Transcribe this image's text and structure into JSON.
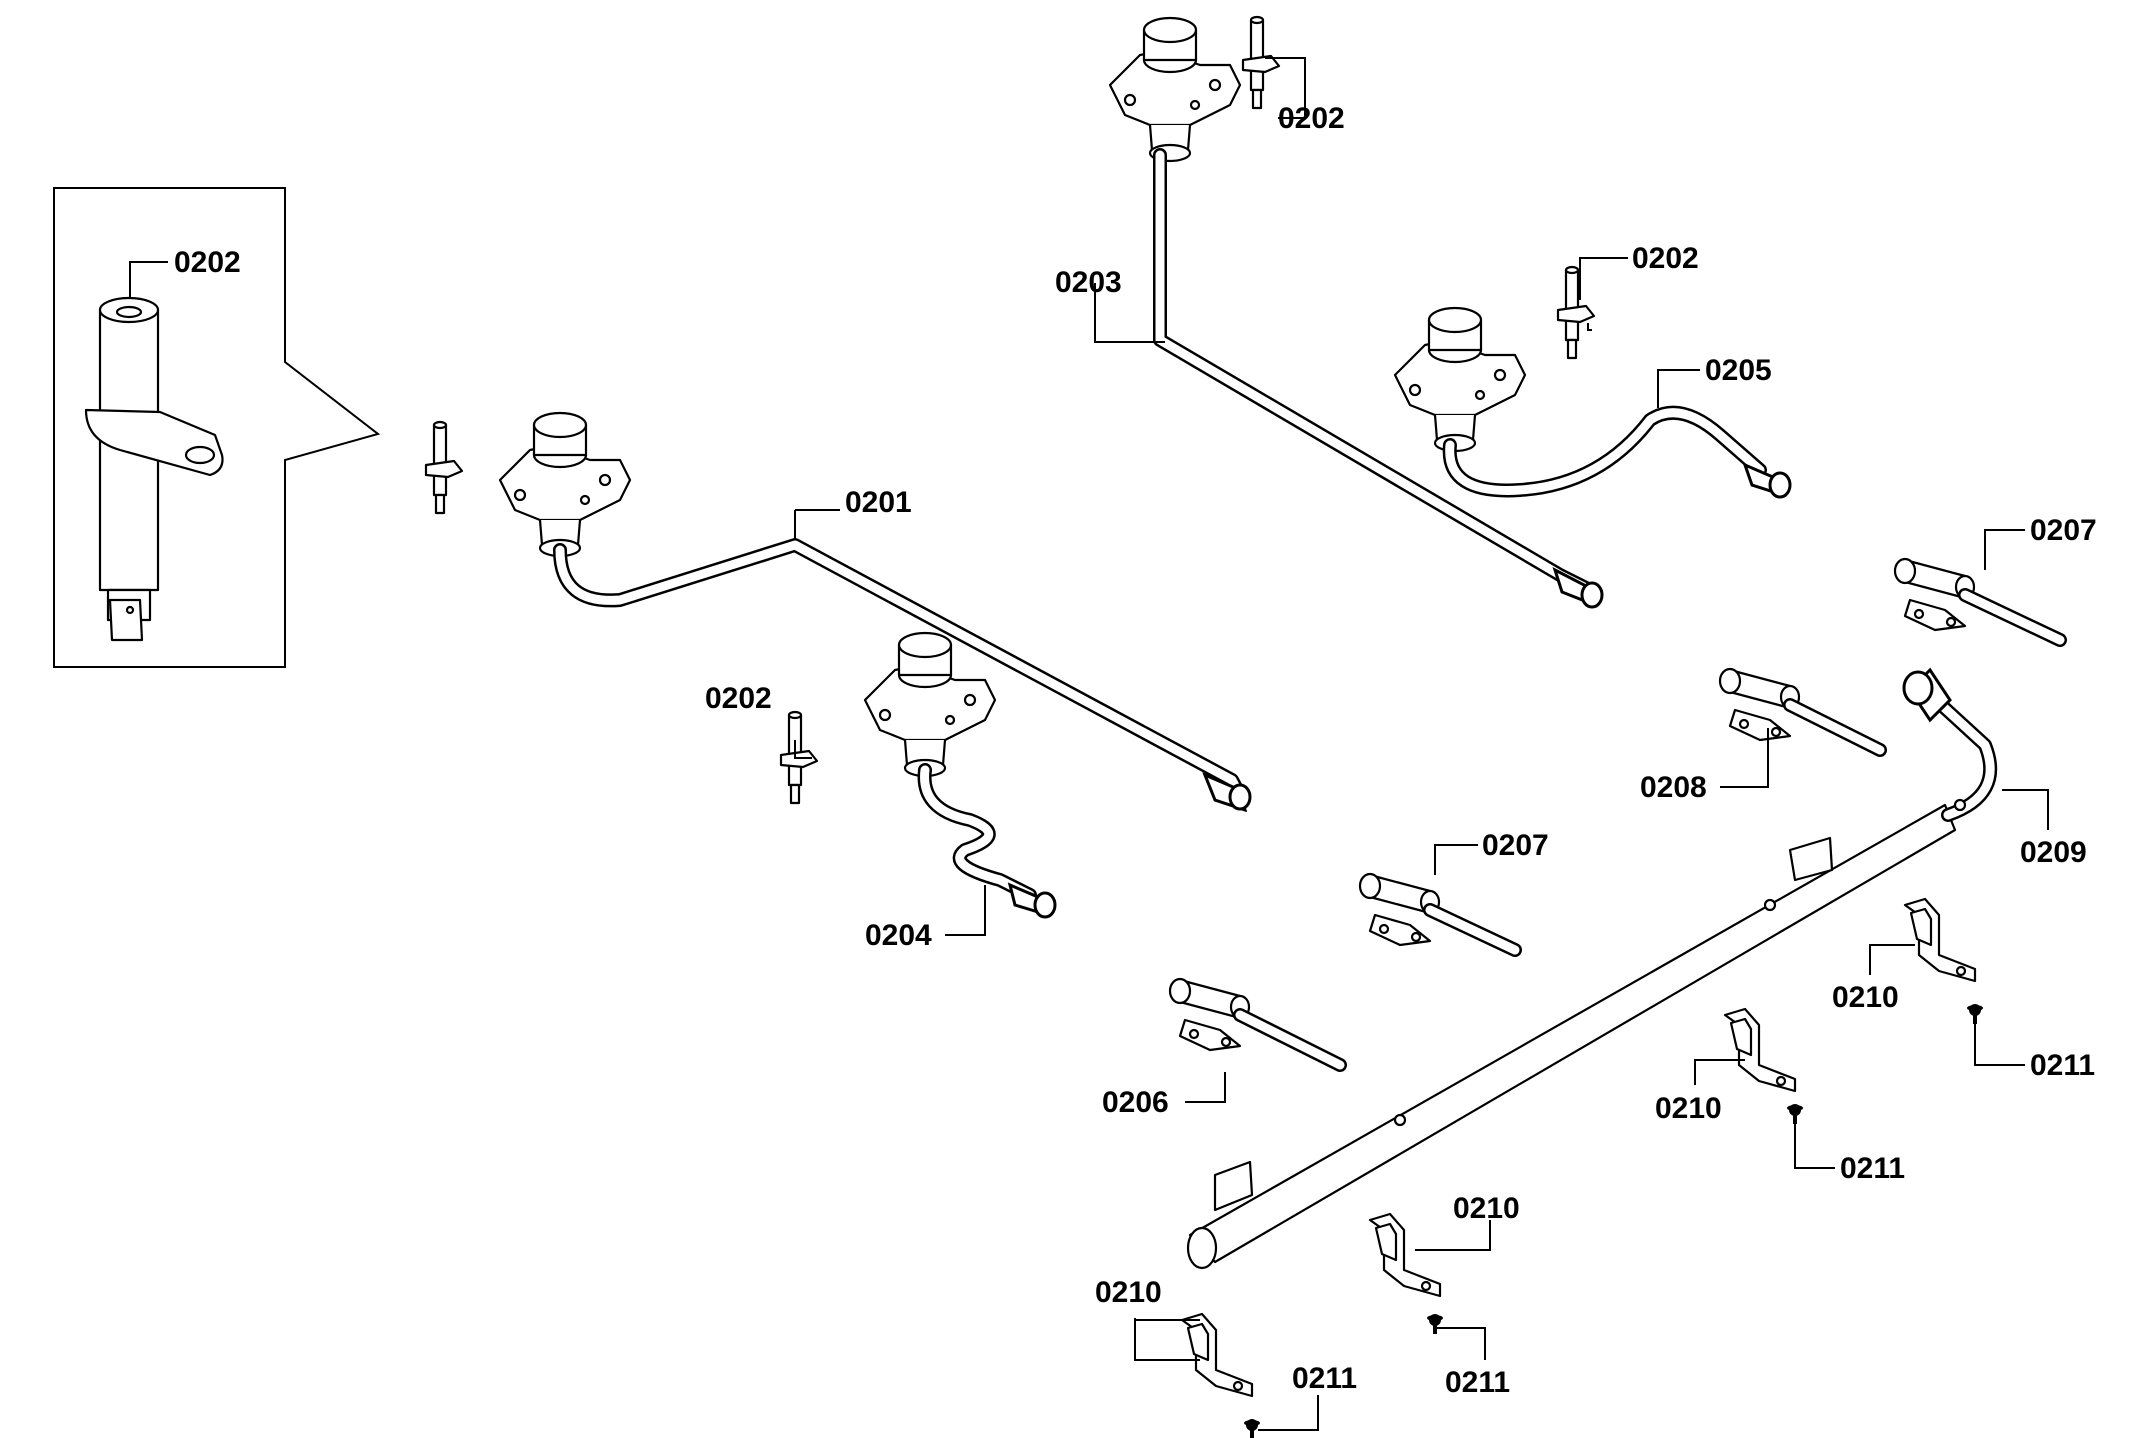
{
  "labels": {
    "l0201": "0201",
    "l0202_inset": "0202",
    "l0202_top": "0202",
    "l0202_right": "0202",
    "l0202_mid": "0202",
    "l0203": "0203",
    "l0204": "0204",
    "l0205": "0205",
    "l0206": "0206",
    "l0207_top": "0207",
    "l0207_mid": "0207",
    "l0208": "0208",
    "l0209": "0209",
    "l0210_a": "0210",
    "l0210_b": "0210",
    "l0210_c": "0210",
    "l0210_d": "0210",
    "l0211_a": "0211",
    "l0211_b": "0211",
    "l0211_c": "0211",
    "l0211_d": "0211"
  }
}
